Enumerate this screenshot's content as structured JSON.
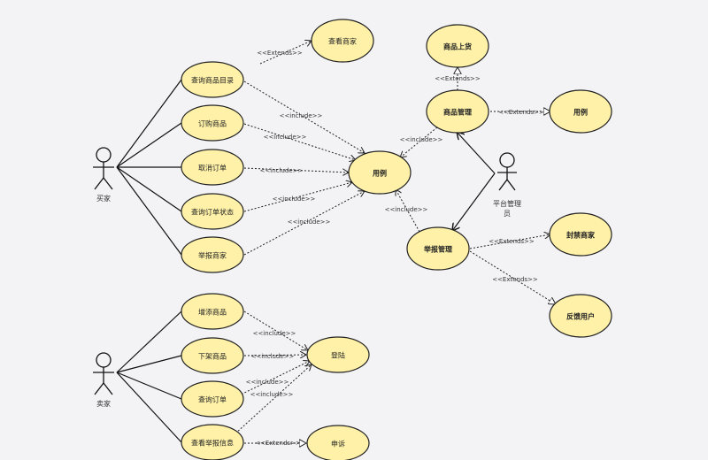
{
  "actors": {
    "buyer": "买家",
    "seller": "卖家",
    "admin_line1": "平台管理",
    "admin_line2": "员"
  },
  "use_cases": {
    "view_merchant": "查看商家",
    "browse_catalog": "查询商品目录",
    "order_goods": "订购商品",
    "cancel_order": "取消订单",
    "query_order_status": "查询订单状态",
    "report_merchant": "举报商家",
    "use_case_center": "用例",
    "goods_listing": "商品上货",
    "goods_management": "商品管理",
    "use_case_right": "用例",
    "report_management": "举报管理",
    "ban_merchant": "封禁商家",
    "feedback_user": "反馈用户",
    "add_goods": "增添商品",
    "remove_goods": "下架商品",
    "query_order": "查询订单",
    "view_report_info": "查看举报信息",
    "login": "登陆",
    "appeal": "申诉"
  },
  "relations": {
    "extends": "<<Extends>>",
    "include": "<<include>>"
  }
}
